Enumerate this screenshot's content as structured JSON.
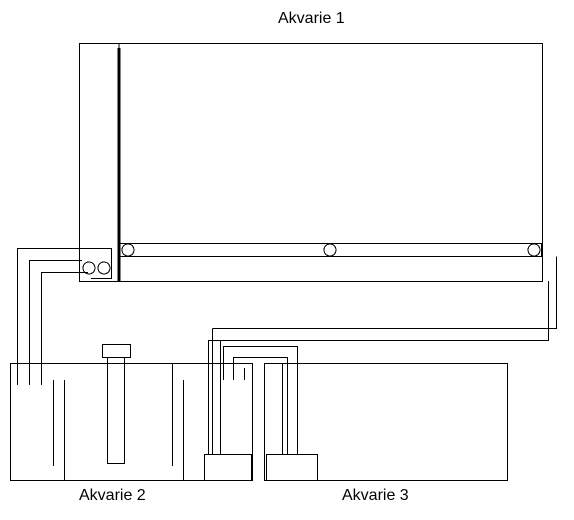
{
  "labels": {
    "tank_1": "Akvarie 1",
    "tank_2": "Akvarie 2",
    "tank_3": "Akvarie 3"
  },
  "colors": {
    "stroke": "#000000",
    "background": "#ffffff"
  }
}
